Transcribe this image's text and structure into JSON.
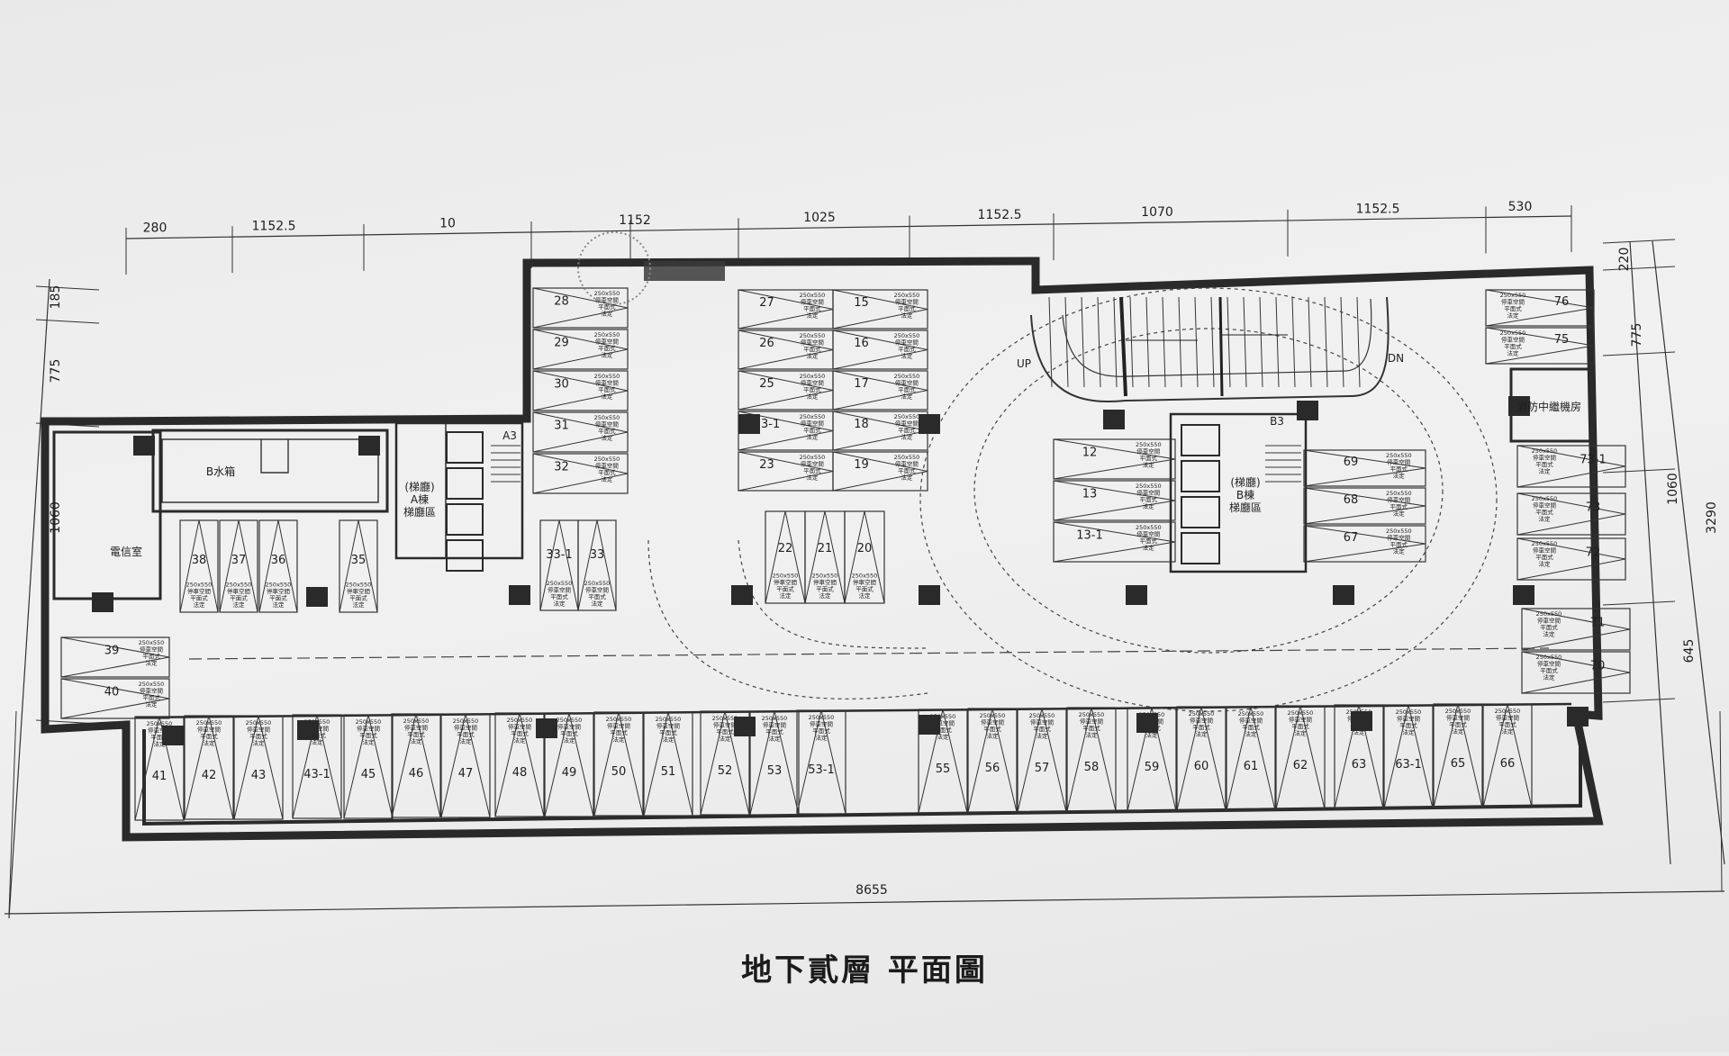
{
  "drawing": {
    "title": "地下貳層 平面圖",
    "dims_top": [
      "280",
      "1152.5",
      "10",
      "1152",
      "1025",
      "1152.5",
      "1070",
      "1152.5",
      "530"
    ],
    "dims_left": [
      "185",
      "775",
      "1060"
    ],
    "dims_right": [
      "220",
      "775",
      "1060",
      "645",
      "3290"
    ],
    "dim_bottom": "8655",
    "rooms": {
      "water_tank": "B水箱",
      "electric_room": "電信室",
      "stair_a": "(梯廳)\nA棟\n梯廳區",
      "stair_b": "(梯廳)\nB棟\n梯廳區",
      "fire_room": "消防中繼機房",
      "a3": "A3",
      "b3": "B3",
      "up": "UP",
      "dn": "DN"
    },
    "slot_spec": [
      "250x550",
      "停車空間",
      "平面式",
      "法定"
    ],
    "slots_top_a": [
      "28",
      "29",
      "30",
      "31",
      "32"
    ],
    "slots_top_b": [
      [
        "27",
        "15"
      ],
      [
        "26",
        "16"
      ],
      [
        "25",
        "17"
      ],
      [
        "23-1",
        "18"
      ],
      [
        "23",
        "19"
      ]
    ],
    "slots_mid_a": [
      "38",
      "37",
      "36",
      "35"
    ],
    "slots_mid_b": [
      "33-1",
      "33"
    ],
    "slots_mid_c": [
      "22",
      "21",
      "20"
    ],
    "slots_core": [
      "12",
      "13",
      "13-1"
    ],
    "slots_core_right": [
      "69",
      "68",
      "67"
    ],
    "slots_right": [
      "76",
      "75",
      "73-1",
      "73",
      "72",
      "71",
      "70"
    ],
    "slots_left": [
      "39",
      "40"
    ],
    "slots_bottom": [
      "41",
      "42",
      "43",
      "43-1",
      "45",
      "46",
      "47",
      "48",
      "49",
      "50",
      "51",
      "52",
      "53",
      "53-1",
      "55",
      "56",
      "57",
      "58",
      "59",
      "60",
      "61",
      "62",
      "63",
      "63-1",
      "65",
      "66"
    ]
  }
}
